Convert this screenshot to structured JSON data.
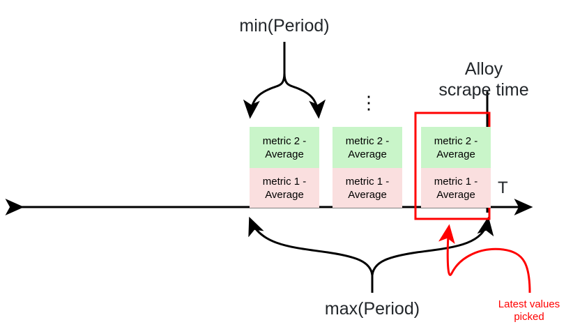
{
  "diagram": {
    "title_annotations": {
      "min_period": "min(Period)",
      "max_period": "max(Period)",
      "alloy_scrape_time_line1": "Alloy",
      "alloy_scrape_time_line2": "scrape time",
      "latest_values_line1": "Latest values",
      "latest_values_line2": "picked",
      "axis_label": "T",
      "ellipsis": "⋮"
    },
    "colors": {
      "metric2_fill": "#c9f5c9",
      "metric1_fill": "#fadfdf",
      "highlight_stroke": "#ff0000",
      "axis_stroke": "#000000",
      "text": "#22262a"
    },
    "sample_boxes": [
      {
        "id": "sample-1",
        "top_label_line1": "metric 2 -",
        "top_label_line2": "Average",
        "bottom_label_line1": "metric 1 -",
        "bottom_label_line2": "Average"
      },
      {
        "id": "sample-2",
        "top_label_line1": "metric 2 -",
        "top_label_line2": "Average",
        "bottom_label_line1": "metric 1 -",
        "bottom_label_line2": "Average"
      },
      {
        "id": "sample-3",
        "top_label_line1": "metric 2 -",
        "top_label_line2": "Average",
        "bottom_label_line1": "metric 1 -",
        "bottom_label_line2": "Average"
      }
    ]
  }
}
